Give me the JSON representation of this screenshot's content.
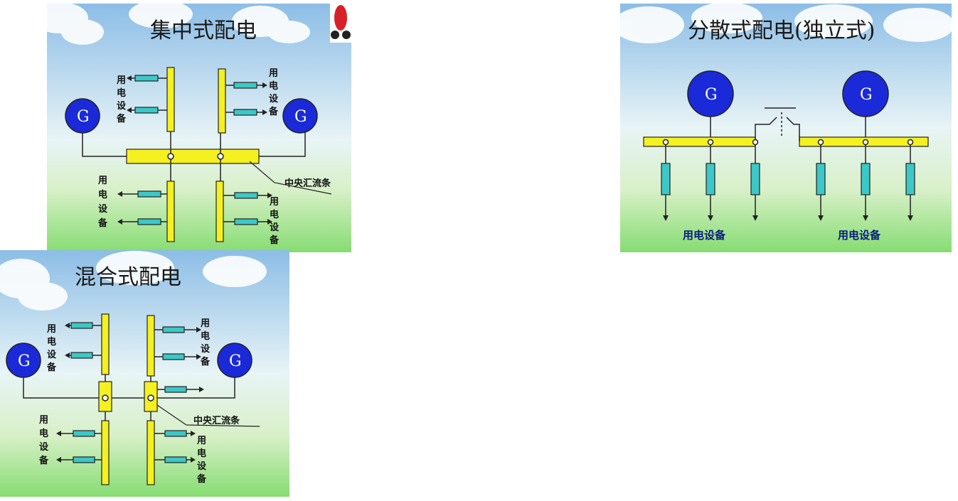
{
  "panels": {
    "centralized": {
      "title": "集中式配电",
      "generator_label": "G",
      "equipment_label": [
        "用",
        "电",
        "设",
        "备"
      ],
      "busbar_label": "中央汇流条"
    },
    "distributed": {
      "title": "分散式配电(独立式)",
      "generator_label": "G",
      "equipment_label": "用电设备"
    },
    "hybrid": {
      "title": "混合式配电",
      "generator_label": "G",
      "equipment_label": [
        "用",
        "电",
        "设",
        "备"
      ],
      "busbar_label": "中央汇流条"
    }
  },
  "colors": {
    "sky_top": "#8fbfe8",
    "ground": "#8fe07a",
    "bus_yellow": "#f5f020",
    "resistor_cyan": "#3cc8c8",
    "generator_blue": "#1a2ad8",
    "label_blue": "#0a1a80"
  }
}
